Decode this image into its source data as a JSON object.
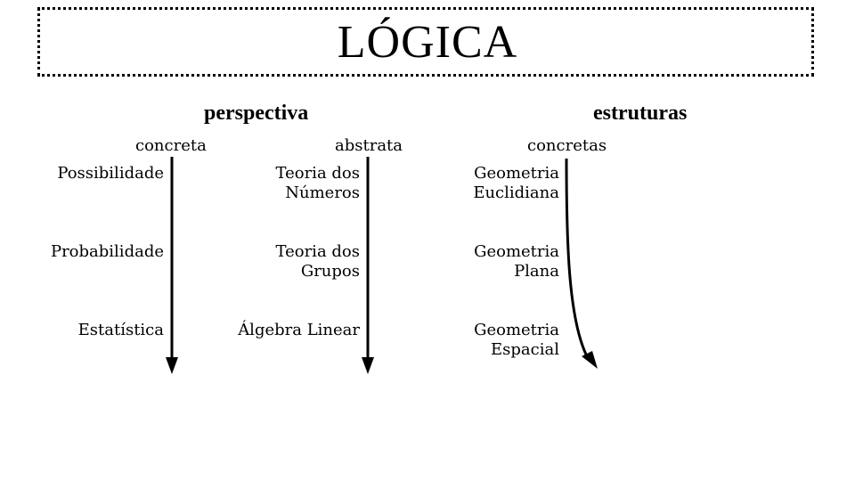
{
  "title": "LÓGICA",
  "headings": {
    "perspectiva": "perspectiva",
    "estruturas": "estruturas"
  },
  "columns": {
    "concreta": {
      "label": "concreta",
      "items": [
        "Possibilidade",
        "Probabilidade",
        "Estatística"
      ]
    },
    "abstrata": {
      "label": "abstrata",
      "items": [
        {
          "line1": "Teoria dos",
          "line2": "Números"
        },
        {
          "line1": "Teoria dos",
          "line2": "Grupos"
        },
        {
          "line1": "Álgebra Linear"
        }
      ]
    },
    "concretas": {
      "label": "concretas",
      "items": [
        {
          "line1": "Geometria",
          "line2": "Euclidiana"
        },
        {
          "line1": "Geometria",
          "line2": "Plana"
        },
        {
          "line1": "Geometria",
          "line2": "Espacial"
        }
      ]
    }
  }
}
